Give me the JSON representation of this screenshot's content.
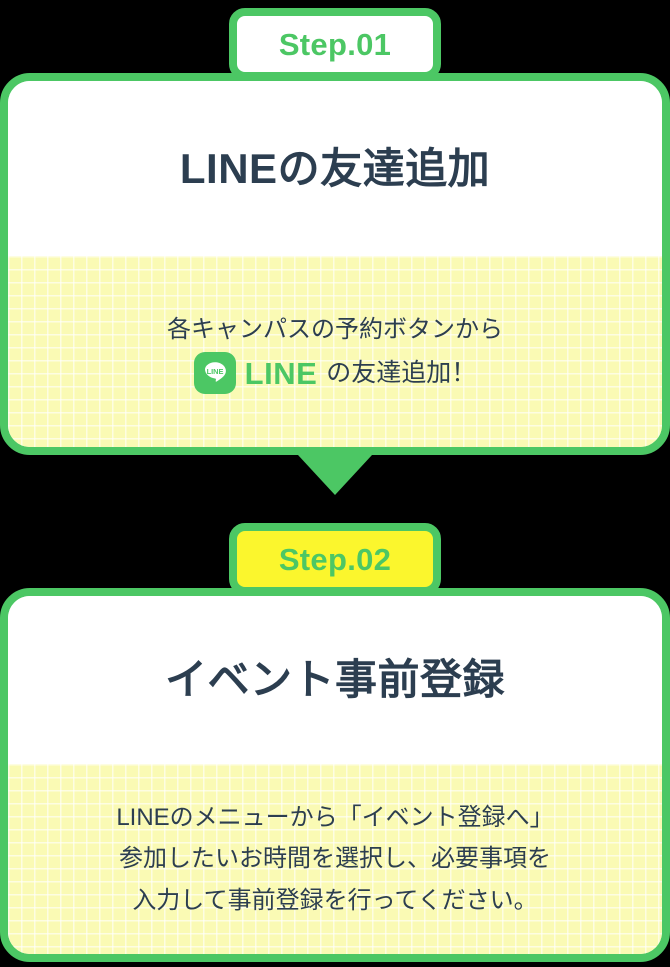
{
  "theme": {
    "green": "#4CC764",
    "badge_yellow": "#FBF62D",
    "body_yellow": "#FAFAB4",
    "title_navy": "#2C3E50",
    "highlight_cream": "#FDF1E5",
    "page_background": "#000000"
  },
  "steps": [
    {
      "badge": {
        "label": "Step.01",
        "fill": "#FFFFFF",
        "text_color": "#4CC764"
      },
      "title": "LINEの友達追加",
      "body": {
        "line1": "各キャンパスの予約ボタンから",
        "logo_icon": "line-app-icon",
        "logo_text": "LINE",
        "line2_tail": "の友達追加！"
      }
    },
    {
      "badge": {
        "label": "Step.02",
        "fill": "#FBF62D",
        "text_color": "#4CC764"
      },
      "title": "イベント事前登録",
      "body": {
        "line1": "LINEのメニューから「イベント登録へ」",
        "line2": "参加したいお時間を選択し、必要事項を",
        "line3": "入力して事前登録を行ってください。"
      }
    }
  ],
  "connector": {
    "icon": "down-arrow-icon",
    "color": "#4CC764"
  }
}
